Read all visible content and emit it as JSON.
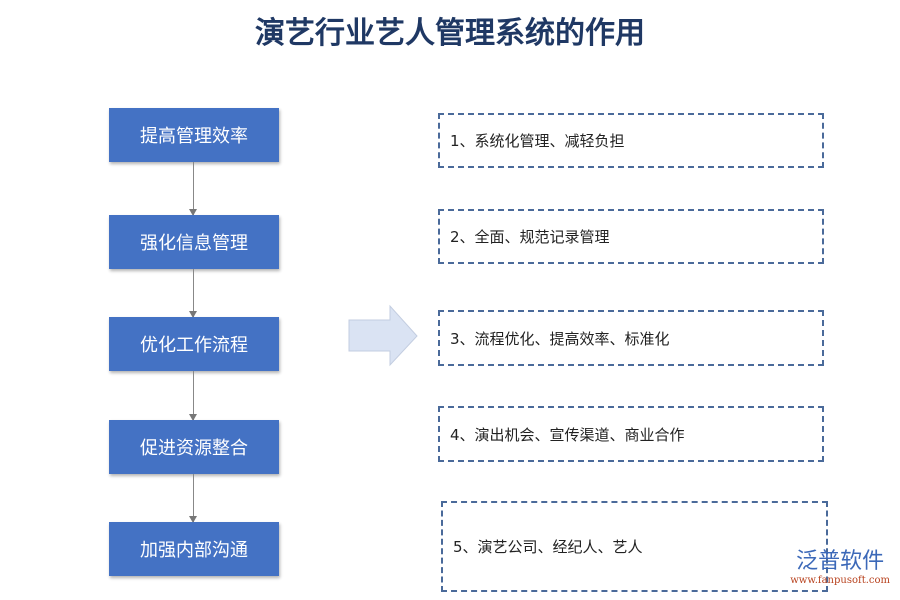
{
  "title": "演艺行业艺人管理系统的作用",
  "steps": [
    "提高管理效率",
    "强化信息管理",
    "优化工作流程",
    "促进资源整合",
    "加强内部沟通"
  ],
  "results": [
    "1、系统化管理、减轻负担",
    "2、全面、规范记录管理",
    "3、流程优化、提高效率、标准化",
    "4、演出机会、宣传渠道、商业合作",
    "5、演艺公司、经纪人、艺人"
  ],
  "logo": {
    "name": "泛普软件",
    "url": "www.fanpusoft.com"
  },
  "colors": {
    "step": "#4472c4",
    "title": "#1f3864",
    "arrow": "#dae3f3"
  }
}
